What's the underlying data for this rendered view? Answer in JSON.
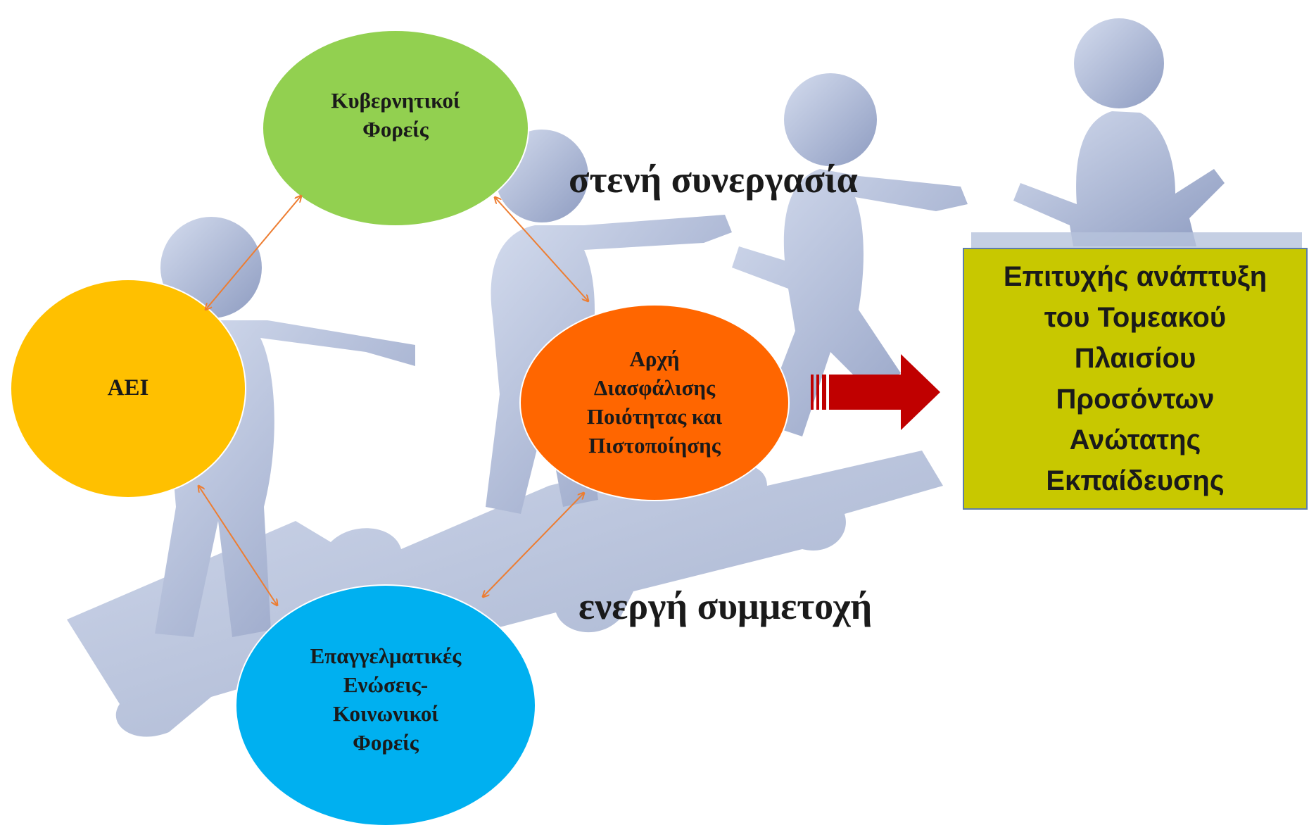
{
  "nodes": {
    "government": {
      "label": "Κυβερνητικοί\nΦορείς",
      "color": "#92d050"
    },
    "aei": {
      "label": "ΑΕΙ",
      "color": "#ffc000"
    },
    "agency": {
      "label": "Αρχή\nΔιασφάλισης\nΠοιότητας και\nΠιστοποίησης",
      "color": "#ff6600"
    },
    "professional": {
      "label": "Επαγγελματικές\nΕνώσεις-\nΚοινωνικοί\nΦορείς",
      "color": "#00b0f0"
    }
  },
  "captions": {
    "collaboration": "στενή συνεργασία",
    "participation": "ενεργή συμμετοχή"
  },
  "outcome": {
    "label": "Επιτυχής ανάπτυξη\nτου Τομεακού\nΠλαισίου\nΠροσόντων\nΑνώτατης\nΕκπαίδευσης",
    "color": "#c8c800"
  },
  "colors": {
    "connector": "#ed7d31",
    "result_arrow": "#c00000",
    "figures": "#b7c3dc"
  }
}
